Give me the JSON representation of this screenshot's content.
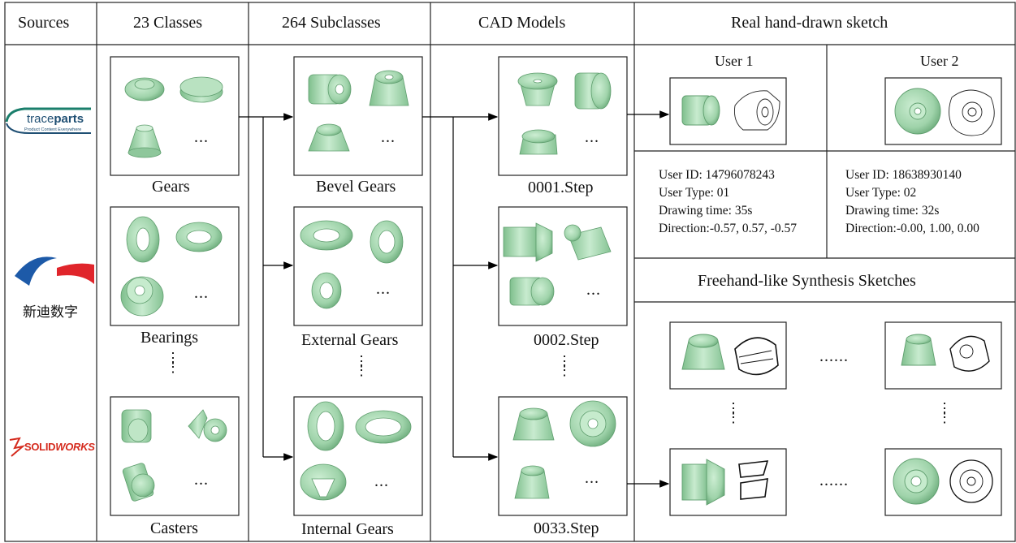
{
  "headers": {
    "sources": "Sources",
    "classes": "23 Classes",
    "subclasses": "264 Subclasses",
    "cad_models": "CAD Models",
    "real_sketch": "Real hand-drawn sketch"
  },
  "sources": {
    "traceparts_word_a": "trace",
    "traceparts_word_b": "parts",
    "traceparts_tagline": "Product Content Everywhere",
    "xindi": "新迪数字",
    "solidworks_a": "SOLID",
    "solidworks_b": "WORKS"
  },
  "classes": [
    "Gears",
    "Bearings",
    "Casters"
  ],
  "subclasses": [
    "Bevel Gears",
    "External Gears",
    "Internal Gears"
  ],
  "cad_models": [
    "0001.Step",
    "0002.Step",
    "0033.Step"
  ],
  "users": [
    {
      "title": "User 1",
      "id": "User ID: 14796078243",
      "type": "User Type: 01",
      "time": "Drawing time: 35s",
      "direction": "Direction:-0.57, 0.57, -0.57"
    },
    {
      "title": "User 2",
      "id": "User ID: 18638930140",
      "type": "User Type: 02",
      "time": "Drawing time: 32s",
      "direction": "Direction:-0.00, 1.00, 0.00"
    }
  ],
  "synthesis_title": "Freehand-like Synthesis Sketches",
  "ellipsis": "...",
  "ellipsis_long": "......",
  "colors": {
    "model_fill": "#a9d8b2",
    "model_dark": "#6fae7e",
    "arrow": "#000000",
    "traceparts_blue": "#1f4f73",
    "traceparts_green": "#1b7f6c",
    "xindi_blue": "#1d5aa8",
    "xindi_red": "#e0252b",
    "solidworks_red": "#d52b1e"
  }
}
